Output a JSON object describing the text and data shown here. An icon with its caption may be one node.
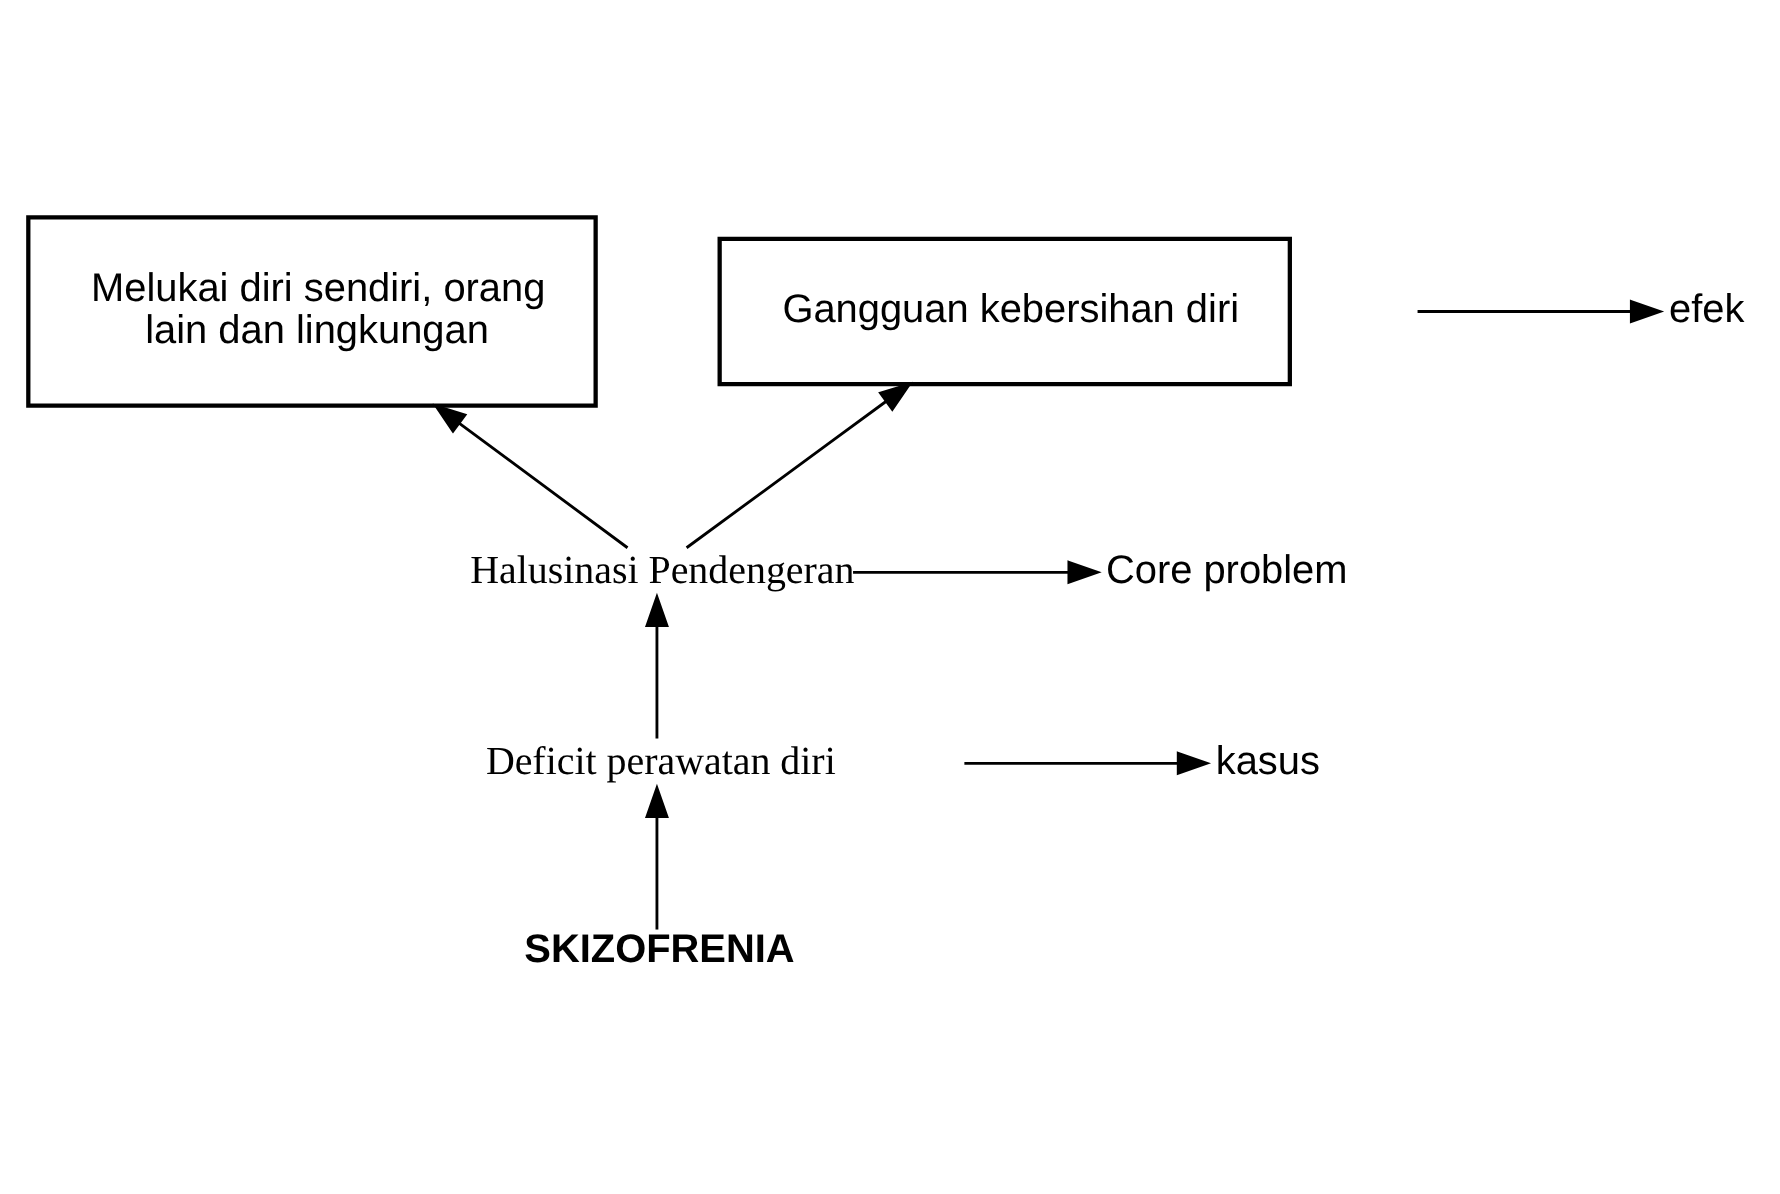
{
  "diagram": {
    "nodes": [
      {
        "text": [
          "Melukai diri sendiri, orang lain dan lingkungan"
        ]
      },
      {
        "text": [
          "Gangguan kebersihan diri"
        ]
      },
      {
        "text": [
          "Halusinasi Pendengeran"
        ]
      },
      {
        "text": [
          "Deficit perawatan diri"
        ]
      },
      {
        "text": [
          "SKIZOFRENIA"
        ]
      },
      {
        "text": [
          "efek"
        ]
      },
      {
        "text": [
          "Core problem"
        ]
      },
      {
        "text": [
          "kasus"
        ]
      }
    ],
    "edges": [
      {
        "from": 2,
        "to": 0,
        "arrow": "to"
      },
      {
        "from": 2,
        "to": 1,
        "arrow": "to"
      },
      {
        "from": 3,
        "to": 2,
        "arrow": "to"
      },
      {
        "from": 4,
        "to": 3,
        "arrow": "to"
      },
      {
        "from": null,
        "to": 5,
        "arrow": "to"
      },
      {
        "from": 2,
        "to": 6,
        "arrow": "to"
      },
      {
        "from": null,
        "to": 7,
        "arrow": "to"
      }
    ]
  }
}
